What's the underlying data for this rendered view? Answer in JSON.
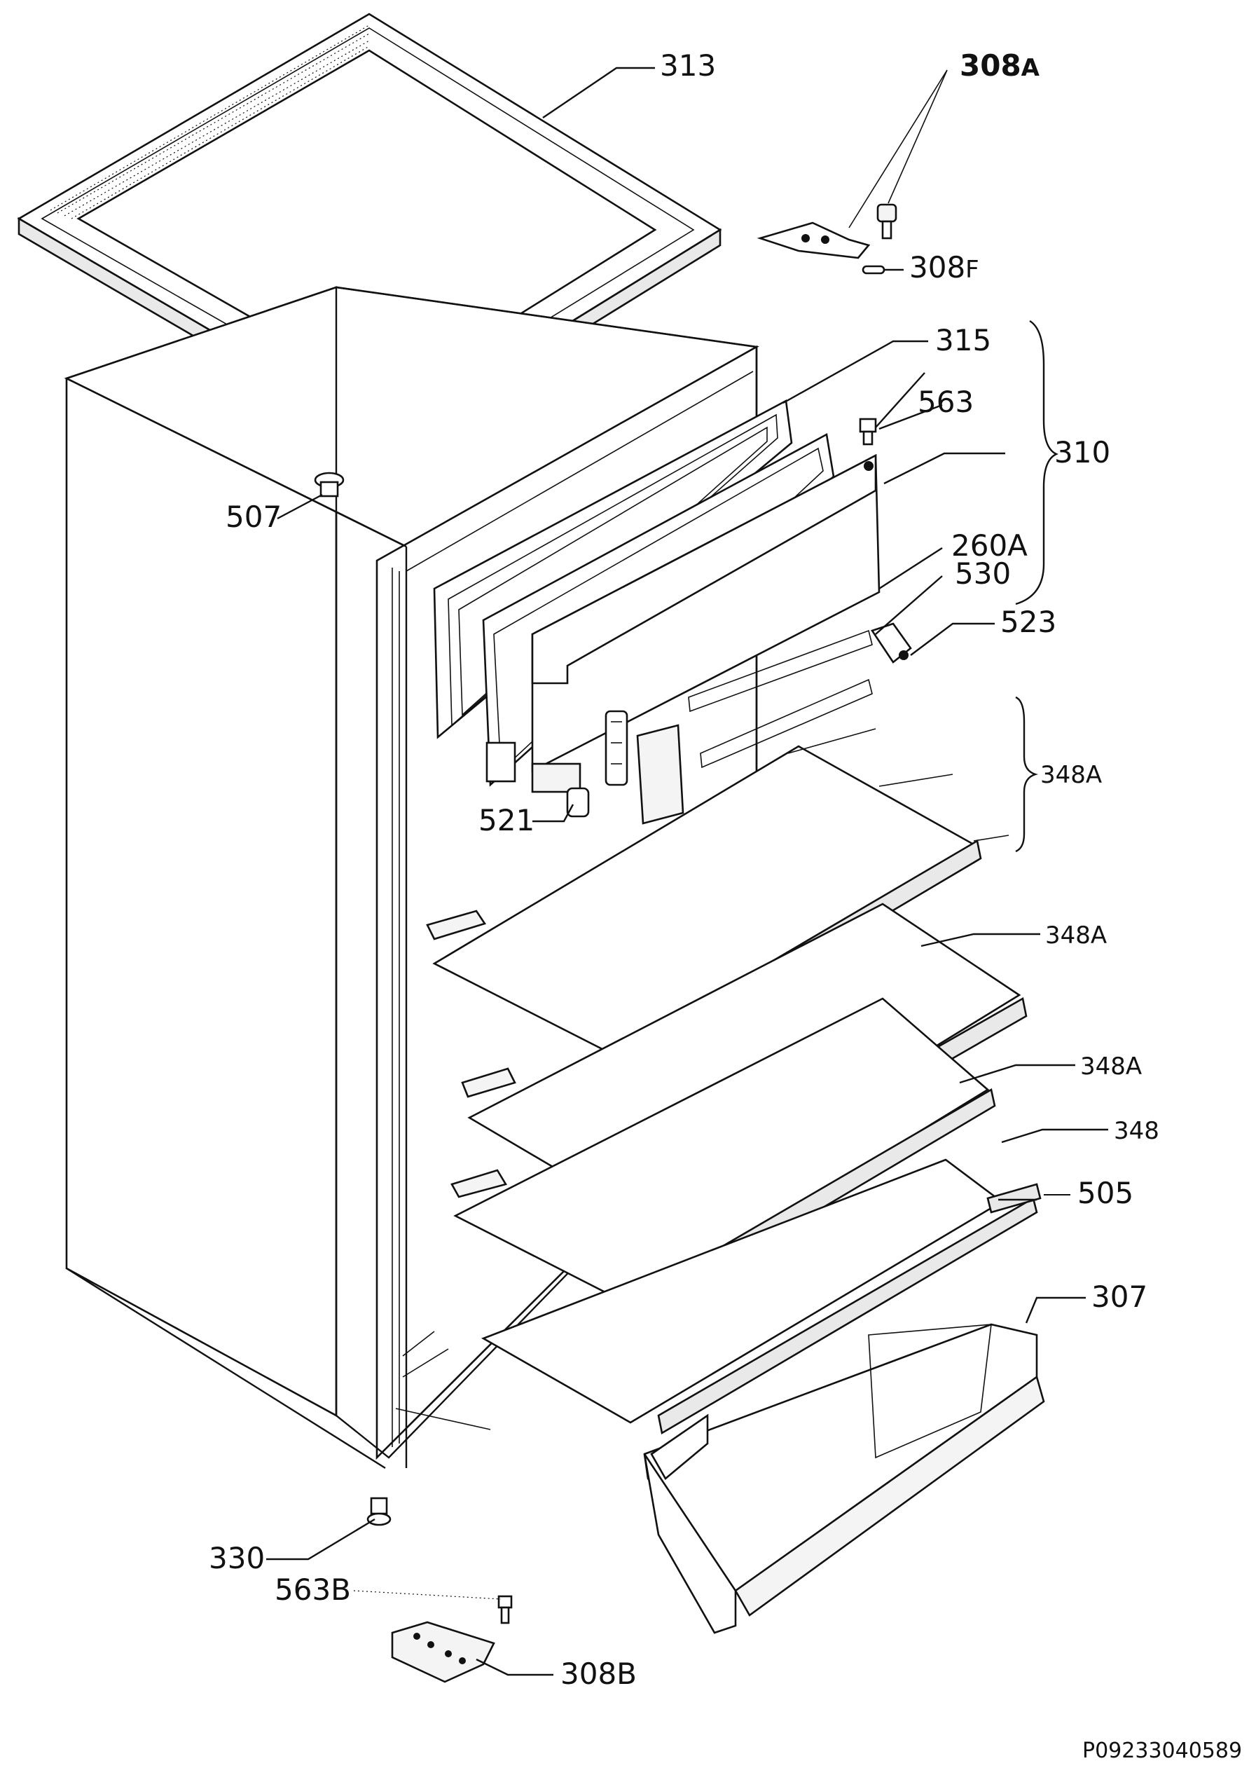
{
  "labels": {
    "p313": "313",
    "p308a_num": "308",
    "p308a_suf": "A",
    "p308f_num": "308",
    "p308f_suf": "F",
    "p315": "315",
    "p563": "563",
    "p310": "310",
    "p507": "507",
    "p260a": "260A",
    "p530": "530",
    "p523": "523",
    "p348a_1": "348A",
    "p521": "521",
    "p348a_2": "348A",
    "p348a_3": "348A",
    "p348": "348",
    "p505": "505",
    "p307": "307",
    "p330": "330",
    "p563b": "563B",
    "p308b": "308B"
  },
  "drawing_ref": "P09233040589"
}
